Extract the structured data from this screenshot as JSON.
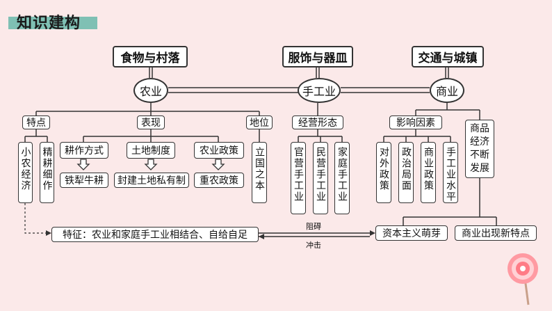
{
  "header": {
    "title": "知识建构"
  },
  "top": {
    "food": "食物与村落",
    "clothing": "服饰与器皿",
    "transport": "交通与城镇"
  },
  "hubs": {
    "agriculture": "农业",
    "handicraft": "手工业",
    "commerce": "商业"
  },
  "agriculture": {
    "features_label": "特点",
    "features": [
      "小农经济",
      "精耕细作"
    ],
    "manifest_label": "表现",
    "manifest": [
      {
        "head": "耕作方式",
        "detail": "铁犁牛耕"
      },
      {
        "head": "土地制度",
        "detail": "封建土地私有制"
      },
      {
        "head": "农业政策",
        "detail": "重农政策"
      }
    ],
    "status_label": "地位",
    "status": "立国之本"
  },
  "handicraft": {
    "forms_label": "经营形态",
    "forms": [
      "官营手工业",
      "民营手工业",
      "家庭手工业"
    ]
  },
  "commerce": {
    "factors_label": "影响因素",
    "factors": [
      "对外政策",
      "政治局面",
      "商业政策",
      "手工业水平"
    ],
    "economy": "商品经济不断发展"
  },
  "bottom": {
    "feature": "特征：农业和家庭手工业相结合、自给自足",
    "capitalism": "资本主义萌芽",
    "new_features": "商业出现新特点",
    "hinder": "阻碍",
    "impact": "冲击"
  }
}
